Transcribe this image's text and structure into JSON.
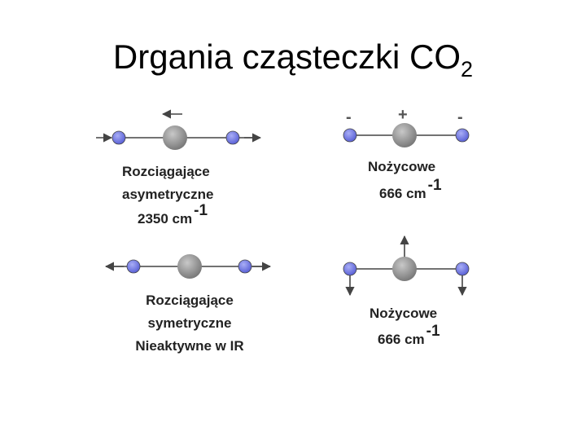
{
  "title": {
    "main": "Drgania cząsteczki CO",
    "subscript": "2"
  },
  "panels": {
    "asym": {
      "line1": "Rozciągające",
      "line2": "asymetryczne",
      "freq": "2350 cm",
      "exp": "-1"
    },
    "sym": {
      "line1": "Rozciągające",
      "line2": "symetryczne",
      "line3": "Nieaktywne w IR"
    },
    "scissor_top": {
      "line1": "Nożycowe",
      "freq": "666 cm",
      "exp": "-1"
    },
    "scissor_bottom": {
      "line1": "Nożycowe",
      "freq": "666 cm",
      "exp": "-1"
    }
  },
  "signs": {
    "minus": "-",
    "plus": "+"
  },
  "colors": {
    "oxygen": "#6f76e0",
    "carbon": "#8c8c8c",
    "line": "#444444"
  }
}
